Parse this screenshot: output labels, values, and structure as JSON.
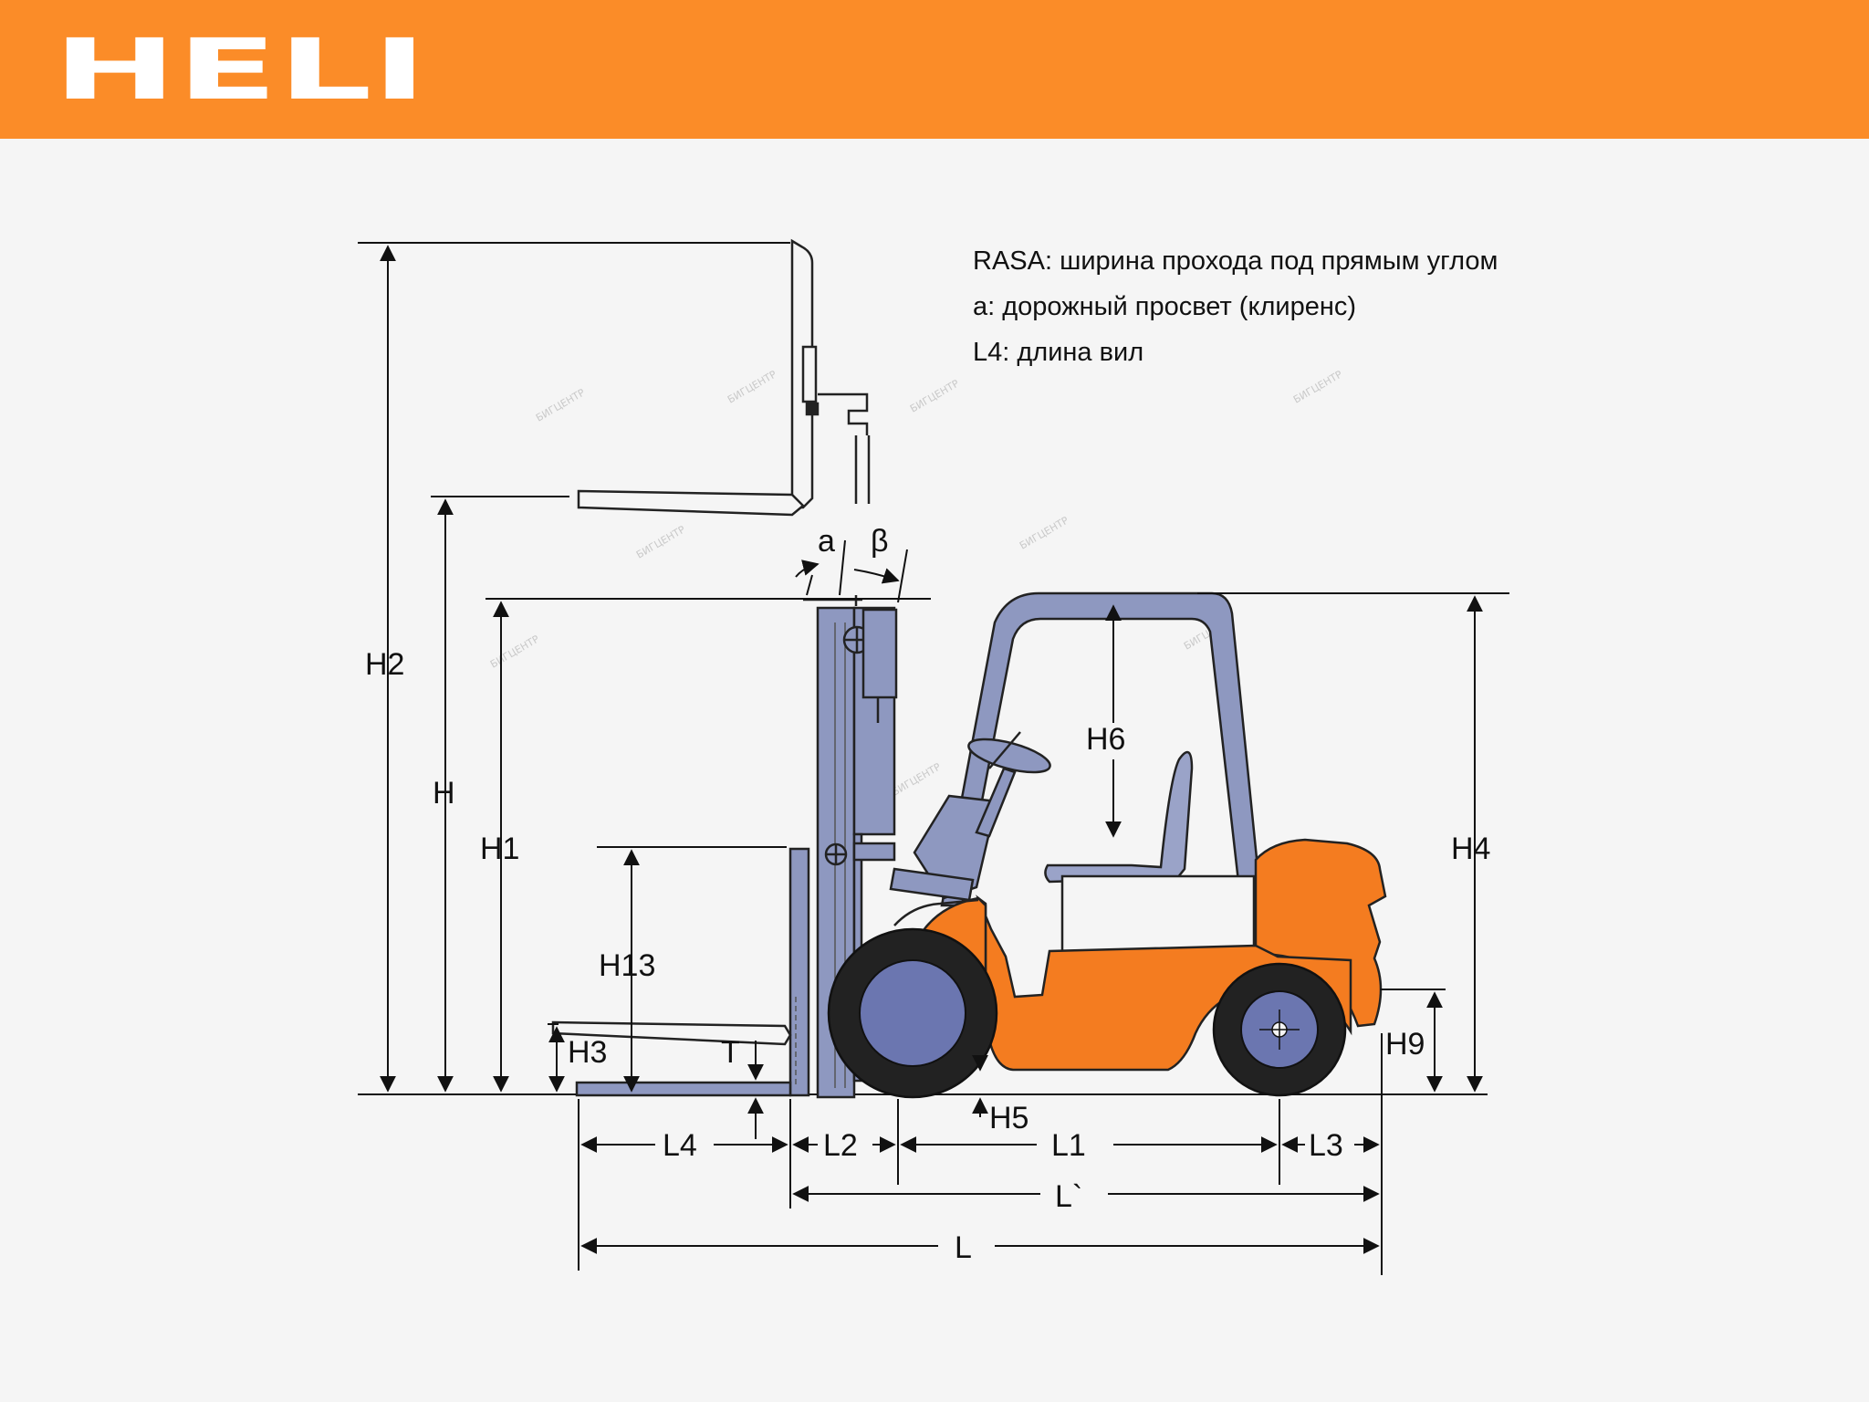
{
  "brand": {
    "name": "HELI",
    "header_color": "#fb8c28"
  },
  "legend": [
    "RASA: ширина прохода под прямым углом",
    "a: дорожный просвет (клиренс)",
    "L4: длина вил"
  ],
  "dimensions": {
    "h2": "H2",
    "h": "H",
    "h1": "H1",
    "h13": "H13",
    "h3": "H3",
    "t": "T",
    "h5": "H5",
    "h6": "H6",
    "h4": "H4",
    "h9": "H9",
    "alpha": "a",
    "beta": "β",
    "l4": "L4",
    "l2": "L2",
    "l1": "L1",
    "l3": "L3",
    "l_prime": "L`",
    "l": "L"
  },
  "watermark": "БИГЦЕНТР",
  "colors": {
    "body_orange": "#f47c20",
    "mast_blue": "#8e98c0",
    "tire_dark": "#222222",
    "hub_blue": "#6b76b0",
    "seat_blue": "#9aa3c8",
    "dimension_line": "#111111"
  }
}
